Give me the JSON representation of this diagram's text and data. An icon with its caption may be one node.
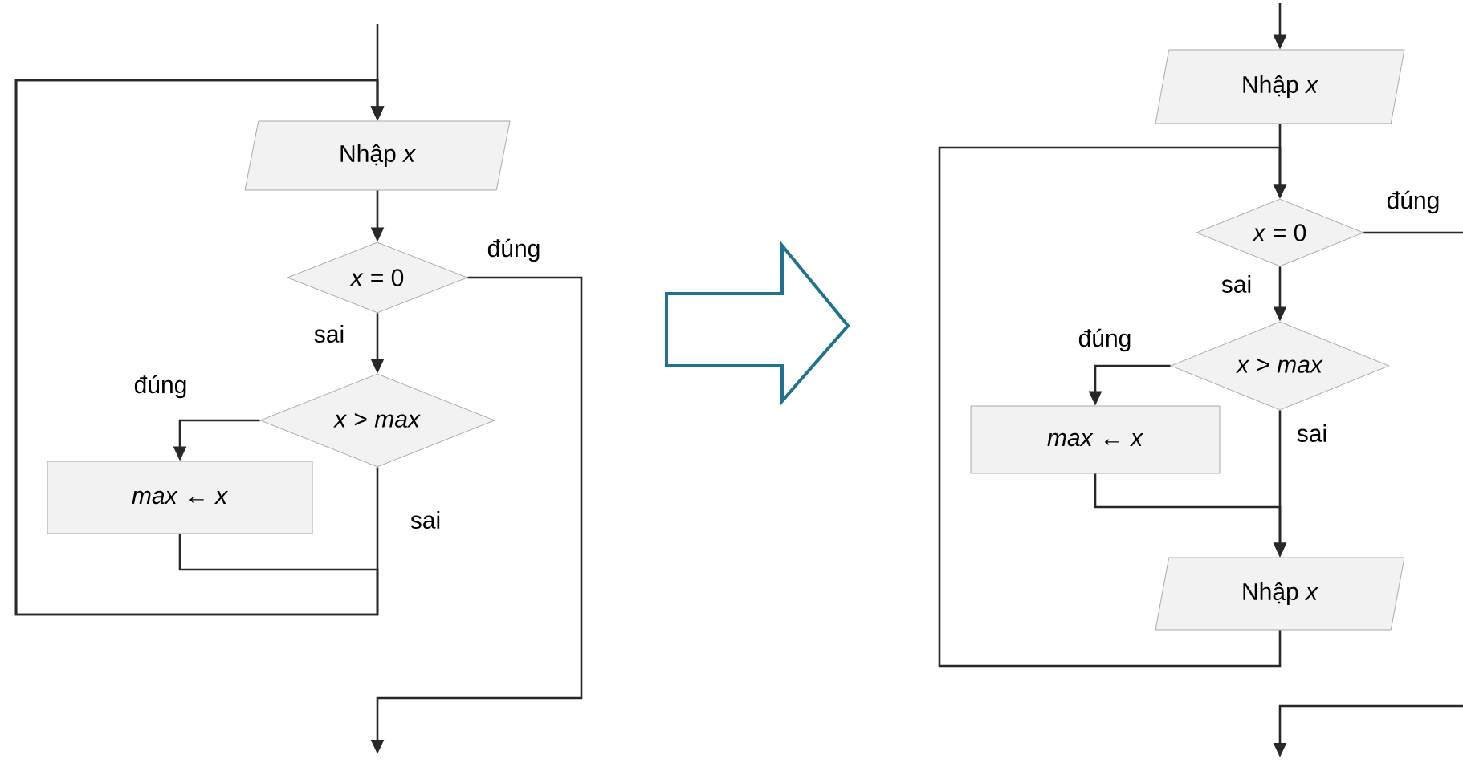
{
  "diagram": {
    "nodes": [
      {
        "text": [
          "Nhập *x*"
        ]
      },
      {
        "text": [
          "*x* = 0"
        ]
      },
      {
        "text": [
          "*x* > *max*"
        ]
      },
      {
        "text": [
          "*max* ← *x*"
        ]
      },
      {
        "text": [
          "Nhập *x*"
        ]
      },
      {
        "text": [
          "*x* = 0"
        ]
      },
      {
        "text": [
          "*x* > *max*"
        ]
      },
      {
        "text": [
          "*max* ← *x*"
        ]
      },
      {
        "text": [
          "Nhập *x*"
        ]
      }
    ],
    "edges": [
      {
        "from": null,
        "to": 0,
        "arrow": "to"
      },
      {
        "from": 0,
        "to": 1,
        "arrow": "to"
      },
      {
        "from": 1,
        "to": 2,
        "arrow": "to",
        "label": "sai"
      },
      {
        "from": 2,
        "to": 3,
        "arrow": "to",
        "label": "đúng"
      },
      {
        "from": 2,
        "to": 0,
        "arrow": "to",
        "label": "sai"
      },
      {
        "from": 3,
        "to": 0,
        "arrow": "to"
      },
      {
        "from": 1,
        "to": null,
        "arrow": "to",
        "label": "đúng"
      },
      {
        "from": null,
        "to": 4,
        "arrow": "to"
      },
      {
        "from": 4,
        "to": 5,
        "arrow": "to"
      },
      {
        "from": 5,
        "to": 6,
        "arrow": "to",
        "label": "sai"
      },
      {
        "from": 6,
        "to": 7,
        "arrow": "to",
        "label": "đúng"
      },
      {
        "from": 6,
        "to": 8,
        "arrow": "to",
        "label": "sai"
      },
      {
        "from": 7,
        "to": 8,
        "arrow": "to"
      },
      {
        "from": 8,
        "to": 5,
        "arrow": "to"
      },
      {
        "from": 5,
        "to": null,
        "arrow": "to",
        "label": "đúng"
      }
    ]
  }
}
